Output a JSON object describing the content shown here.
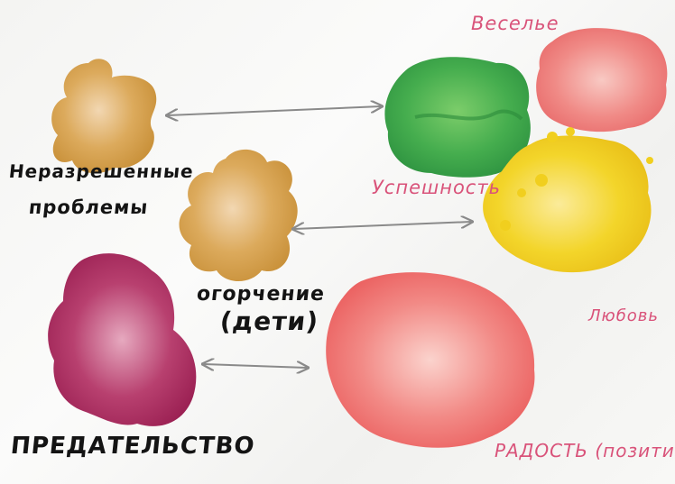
{
  "labels": {
    "veselie": "Веселье",
    "unresolved_line1": "Неразрешенные",
    "unresolved_line2": "проблемы",
    "success": "Успешность",
    "sadness_line1": "огорчение",
    "sadness_line2": "(дети)",
    "love": "Любовь",
    "betrayal": "ПРЕДАТЕЛЬСТВО",
    "joy": "РАДОСТЬ (позитив"
  },
  "colors": {
    "ochre_blot": "#d9a04a",
    "green_blot": "#3fa64a",
    "salmon_blot": "#ef7a78",
    "yellow_blot": "#f1d21f",
    "magenta_blot": "#a8245c",
    "red_blot": "#f06a68",
    "dark_text": "#141414",
    "pink_text": "#d9537a",
    "arrow_gray": "#8a8a8a"
  }
}
